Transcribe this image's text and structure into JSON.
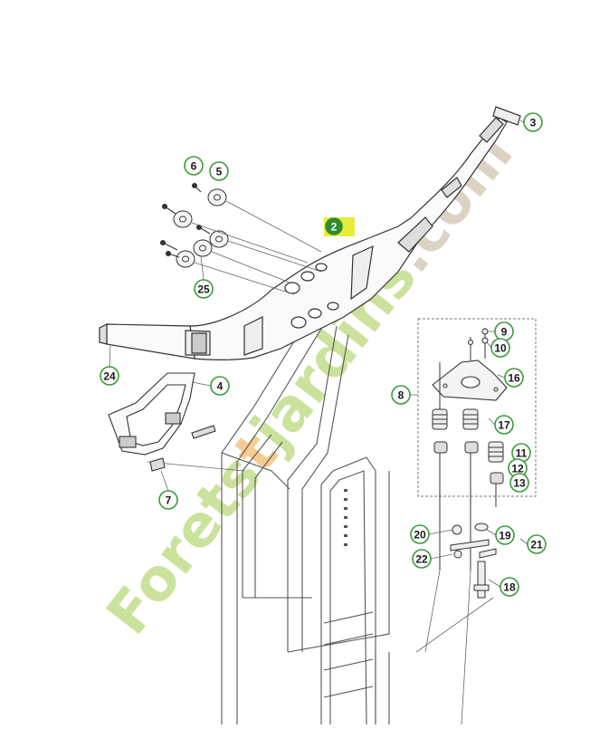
{
  "diagram": {
    "selected_part": "2",
    "watermark": {
      "parts": [
        {
          "text": "Forets",
          "color": "#c3dd8c"
        },
        {
          "text": "t",
          "color": "#f3c57e"
        },
        {
          "text": "jardins",
          "color": "#c3dd8c"
        },
        {
          "text": ".com",
          "color": "#d7cbb9"
        }
      ]
    },
    "callouts": [
      {
        "label": "2",
        "selected": true
      },
      {
        "label": "3"
      },
      {
        "label": "4"
      },
      {
        "label": "5"
      },
      {
        "label": "6"
      },
      {
        "label": "7"
      },
      {
        "label": "8"
      },
      {
        "label": "9"
      },
      {
        "label": "10"
      },
      {
        "label": "11"
      },
      {
        "label": "12"
      },
      {
        "label": "13"
      },
      {
        "label": "16"
      },
      {
        "label": "17"
      },
      {
        "label": "18"
      },
      {
        "label": "19"
      },
      {
        "label": "20"
      },
      {
        "label": "21"
      },
      {
        "label": "22"
      },
      {
        "label": "24"
      },
      {
        "label": "25"
      }
    ]
  },
  "colors": {
    "callout_ring": "#3a9a3a",
    "selected_fill": "#2e8b2e",
    "selected_highlight": "#e8ec3c",
    "line": "#444444"
  }
}
